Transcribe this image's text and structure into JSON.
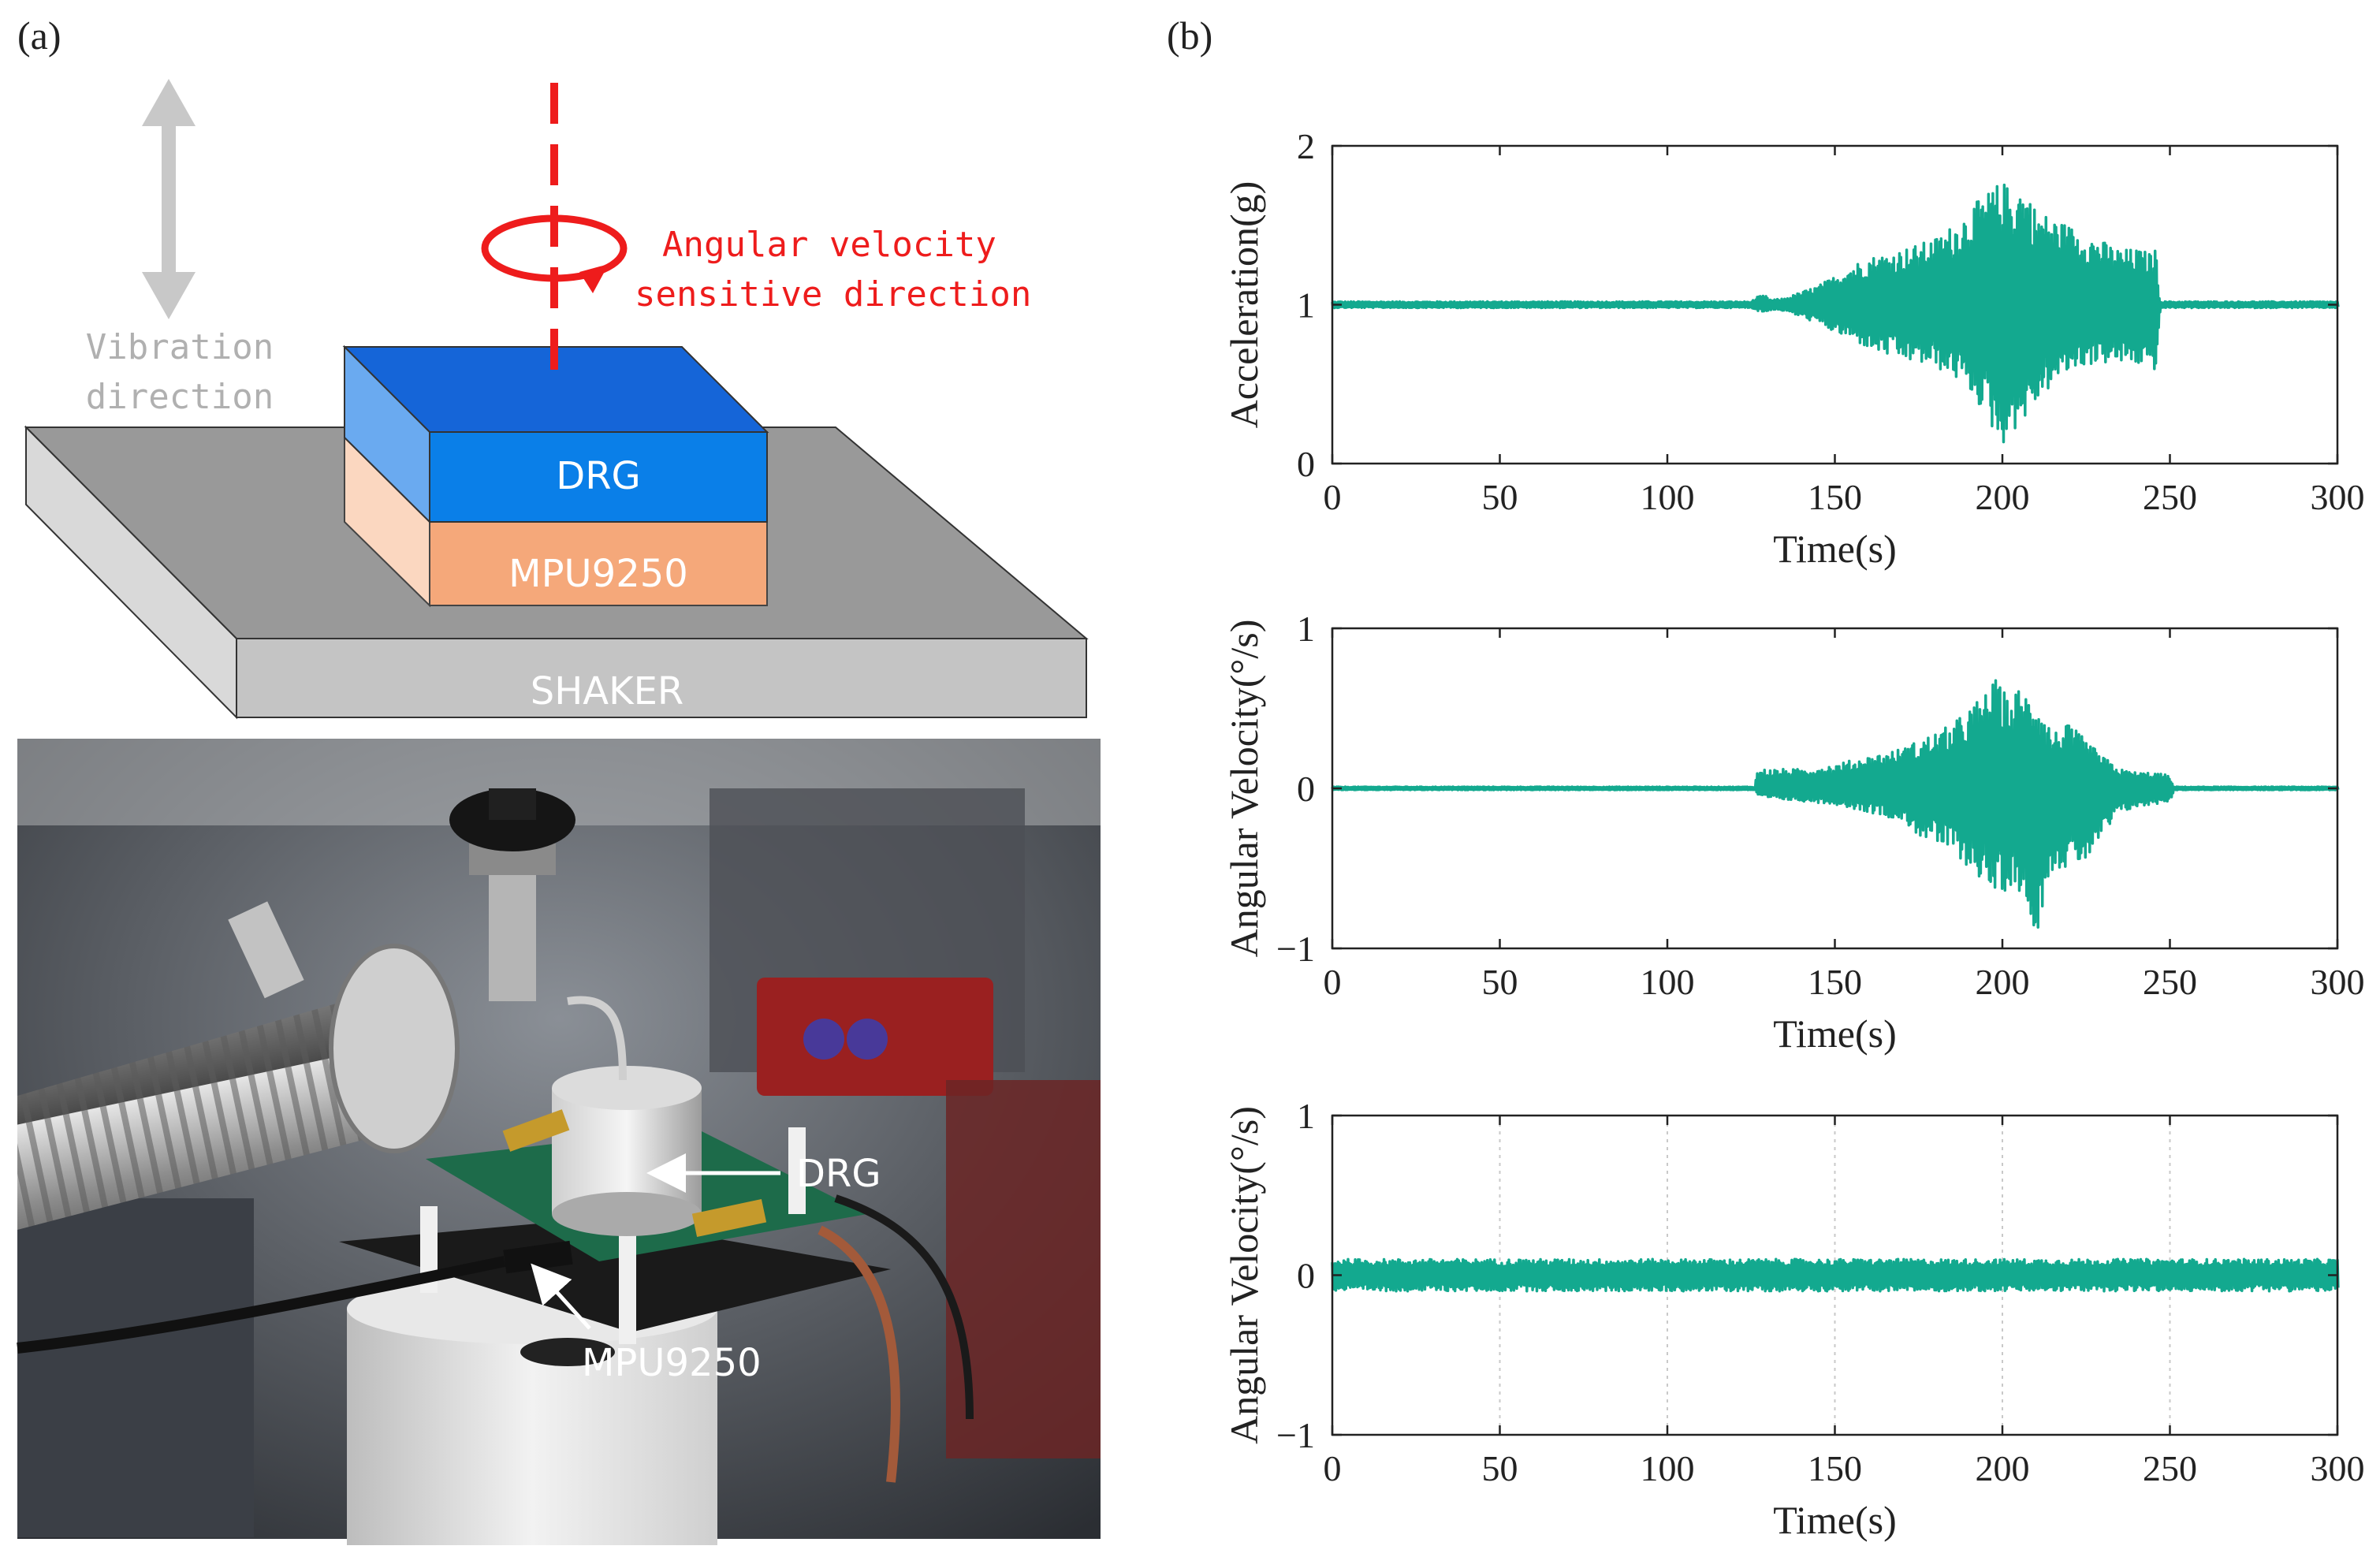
{
  "panel_a": {
    "label": "(a)",
    "diagram": {
      "vibration_label_line1": "Vibration",
      "vibration_label_line2": "direction",
      "angular_label_line1": "Angular velocity",
      "angular_label_line2": "sensitive direction",
      "drg_label": "DRG",
      "mpu_label": "MPU9250",
      "shaker_label": "SHAKER",
      "colors": {
        "drg_top": "#1565d8",
        "drg_front": "#0a7fe8",
        "drg_side": "#6aaaf0",
        "mpu_front": "#f5a87a",
        "mpu_side": "#fbd7c0",
        "shaker_top": "#999999",
        "shaker_front": "#c4c4c4",
        "shaker_side": "#d9d9d9",
        "arrow_red": "#ee1c1c",
        "arrow_gray": "#c8c8c8"
      }
    },
    "photo": {
      "drg_annotation": "DRG",
      "mpu_annotation": "MPU9250"
    }
  },
  "panel_b": {
    "label": "(b)"
  },
  "chart_data": [
    {
      "type": "line",
      "xlabel": "Time(s)",
      "ylabel": "Acceleration(g)",
      "xlim": [
        0,
        300
      ],
      "ylim": [
        0,
        2
      ],
      "xticks": [
        "0",
        "50",
        "100",
        "150",
        "200",
        "250",
        "300"
      ],
      "yticks": [
        "0",
        "1",
        "2"
      ],
      "grid": false,
      "color": "#13a98f",
      "baseline": 1.0,
      "envelope": {
        "t": [
          0,
          125,
          127,
          129,
          131,
          135,
          140,
          145,
          150,
          155,
          160,
          165,
          170,
          175,
          180,
          185,
          190,
          195,
          198,
          200,
          203,
          205,
          208,
          210,
          215,
          220,
          225,
          230,
          235,
          240,
          244,
          246,
          247,
          300
        ],
        "upper": [
          1.02,
          1.02,
          1.05,
          1.06,
          1.03,
          1.04,
          1.08,
          1.12,
          1.18,
          1.25,
          1.3,
          1.32,
          1.35,
          1.38,
          1.42,
          1.5,
          1.6,
          1.7,
          1.75,
          1.78,
          1.72,
          1.76,
          1.7,
          1.6,
          1.55,
          1.5,
          1.45,
          1.4,
          1.35,
          1.35,
          1.33,
          1.35,
          1.02,
          1.02
        ],
        "lower": [
          0.98,
          0.98,
          0.96,
          0.95,
          0.97,
          0.96,
          0.92,
          0.88,
          0.82,
          0.78,
          0.72,
          0.68,
          0.65,
          0.63,
          0.6,
          0.55,
          0.45,
          0.3,
          0.15,
          0.12,
          0.2,
          0.25,
          0.3,
          0.38,
          0.5,
          0.58,
          0.62,
          0.63,
          0.63,
          0.62,
          0.6,
          0.58,
          0.98,
          0.98
        ]
      }
    },
    {
      "type": "line",
      "xlabel": "Time(s)",
      "ylabel": "Angular Velocity(°/s)",
      "xlim": [
        0,
        300
      ],
      "ylim": [
        -1,
        1
      ],
      "xticks": [
        "0",
        "50",
        "100",
        "150",
        "200",
        "250",
        "300"
      ],
      "yticks": [
        "−1",
        "0",
        "1"
      ],
      "grid": false,
      "color": "#13a98f",
      "baseline": 0.0,
      "envelope": {
        "t": [
          0,
          126,
          127,
          140,
          150,
          160,
          170,
          175,
          180,
          185,
          190,
          195,
          198,
          200,
          203,
          205,
          208,
          210,
          213,
          215,
          220,
          225,
          230,
          235,
          240,
          245,
          250,
          251,
          300
        ],
        "upper": [
          0.01,
          0.01,
          0.12,
          0.12,
          0.15,
          0.2,
          0.25,
          0.3,
          0.35,
          0.4,
          0.5,
          0.6,
          0.68,
          0.62,
          0.55,
          0.65,
          0.58,
          0.6,
          0.45,
          0.35,
          0.4,
          0.3,
          0.2,
          0.12,
          0.1,
          0.1,
          0.08,
          0.01,
          0.01
        ],
        "lower": [
          -0.01,
          -0.01,
          -0.06,
          -0.08,
          -0.1,
          -0.15,
          -0.2,
          -0.3,
          -0.35,
          -0.4,
          -0.5,
          -0.6,
          -0.7,
          -0.65,
          -0.6,
          -0.65,
          -0.8,
          -0.92,
          -0.6,
          -0.5,
          -0.5,
          -0.45,
          -0.3,
          -0.15,
          -0.12,
          -0.1,
          -0.08,
          -0.01,
          -0.01
        ]
      }
    },
    {
      "type": "line",
      "xlabel": "Time(s)",
      "ylabel": "Angular Velocity(°/s)",
      "xlim": [
        0,
        300
      ],
      "ylim": [
        -1,
        1
      ],
      "xticks": [
        "0",
        "50",
        "100",
        "150",
        "200",
        "250",
        "300"
      ],
      "yticks": [
        "−1",
        "0",
        "1"
      ],
      "grid": true,
      "color": "#13a98f",
      "baseline": 0.0,
      "envelope": {
        "t": [
          0,
          300
        ],
        "upper": [
          0.1,
          0.1
        ],
        "lower": [
          -0.1,
          -0.1
        ]
      }
    }
  ]
}
